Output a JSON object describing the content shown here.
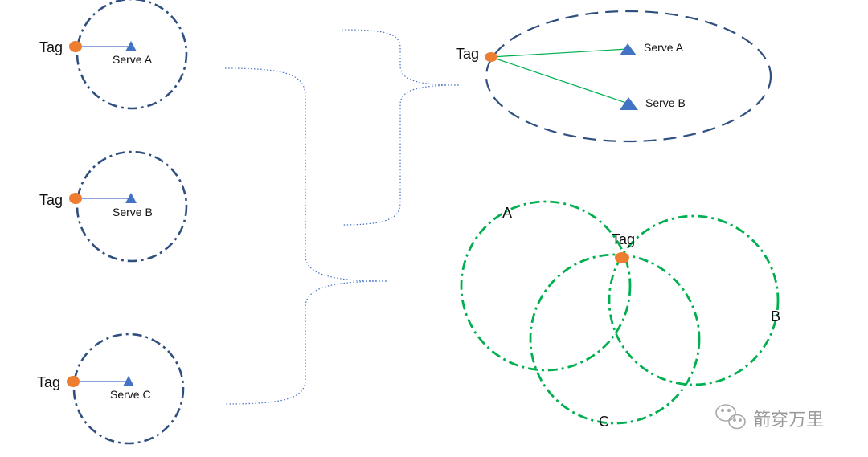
{
  "left_panels": [
    {
      "tag_label": "Tag",
      "serve_label": "Serve A"
    },
    {
      "tag_label": "Tag",
      "serve_label": "Serve B"
    },
    {
      "tag_label": "Tag",
      "serve_label": "Serve C"
    }
  ],
  "merged": {
    "tag_label": "Tag",
    "serve_a_label": "Serve A",
    "serve_b_label": "Serve B"
  },
  "trilateration": {
    "tag_label": "Tag",
    "circle_labels": [
      "A",
      "B",
      "C"
    ]
  },
  "watermark": {
    "text": "箭穿万里",
    "icon": "wechat-icon"
  },
  "colors": {
    "dark_blue": "#2F4F7F",
    "tag_orange": "#ED7D31",
    "serve_blue": "#4472C4",
    "green": "#00B050"
  }
}
